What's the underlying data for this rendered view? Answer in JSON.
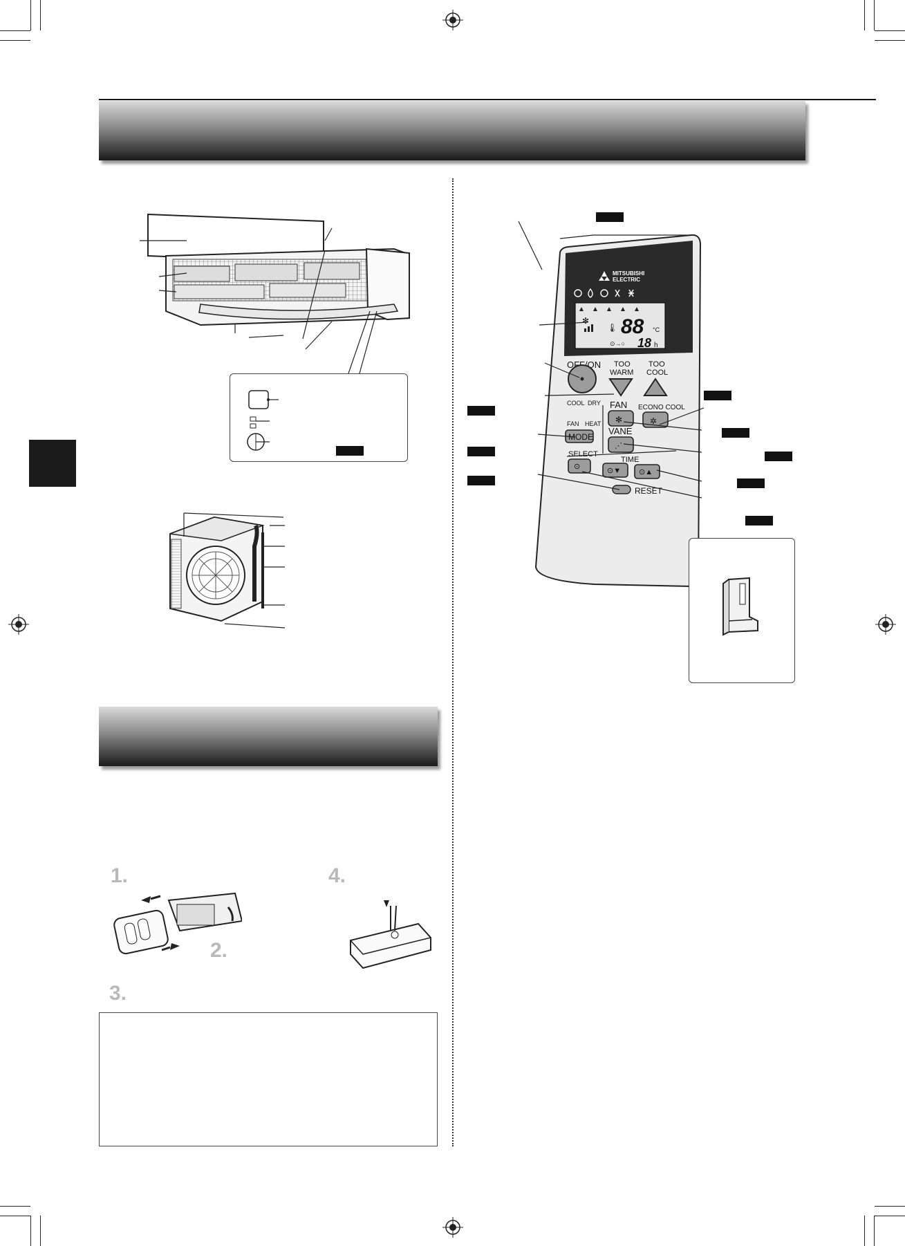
{
  "steps": {
    "step1": "1.",
    "step2": "2.",
    "step3": "3.",
    "step4": "4."
  },
  "remote": {
    "brand_line1": "MITSUBISHI",
    "brand_line2": "ELECTRIC",
    "display_temp": "88",
    "display_temp_unit": "°C",
    "display_hours": "18",
    "display_hours_unit": "h",
    "off_on_label": "OFF/ON",
    "too_warm_label_1": "TOO",
    "too_warm_label_2": "WARM",
    "too_cool_label_1": "TOO",
    "too_cool_label_2": "COOL",
    "cool_label": "COOL",
    "dry_label": "DRY",
    "fan_mode_label": "FAN",
    "heat_label": "HEAT",
    "mode_label": "MODE",
    "fan_label": "FAN",
    "econo_cool_label": "ECONO COOL",
    "vane_label": "VANE",
    "select_label": "SELECT",
    "time_label": "TIME",
    "reset_label": "RESET"
  },
  "colors": {
    "header_dark": "#1a1a1a",
    "header_light": "#d9d9d9",
    "remote_panel": "#2a2a2a",
    "button_grey": "#9c9c9c"
  }
}
